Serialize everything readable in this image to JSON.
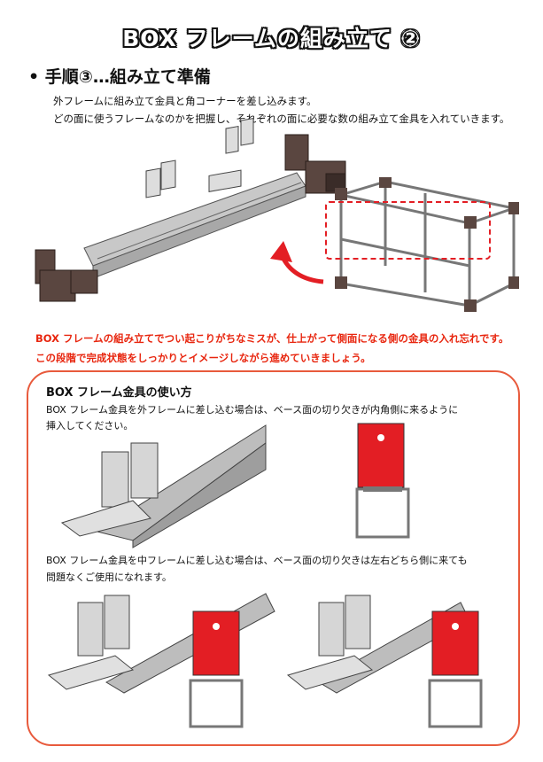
{
  "title": "BOX フレームの組み立て ②",
  "step_heading": "• 手順③…組み立て準備",
  "intro": [
    "外フレームに組み立て金具と角コーナーを差し込みます。",
    "どの面に使うフレームなのかを把握し、それぞれの面に必要な数の組み立て金具を入れていきます。"
  ],
  "warning": [
    "BOX フレームの組み立てでつい起こりがちなミスが、仕上がって側面になる側の金具の入れ忘れです。",
    "この段階で完成状態をしっかりとイメージしながら進めていきましょう。"
  ],
  "panel": {
    "title": "BOX フレーム金具の使い方",
    "outer_text": [
      "BOX フレーム金具を外フレームに差し込む場合は、ベース面の切り欠きが内角側に来るように",
      "挿入してください。"
    ],
    "inner_text": [
      "BOX フレーム金具を中フレームに差し込む場合は、ベース面の切り欠きは左右どちら側に来ても",
      "問題なくご使用になれます。"
    ]
  },
  "colors": {
    "accent_red": "#e8260f",
    "panel_border": "#e85a3c",
    "bracket_red": "#e31e24",
    "frame_brown": "#5a4640",
    "rail_gray": "#b4b4b4"
  }
}
